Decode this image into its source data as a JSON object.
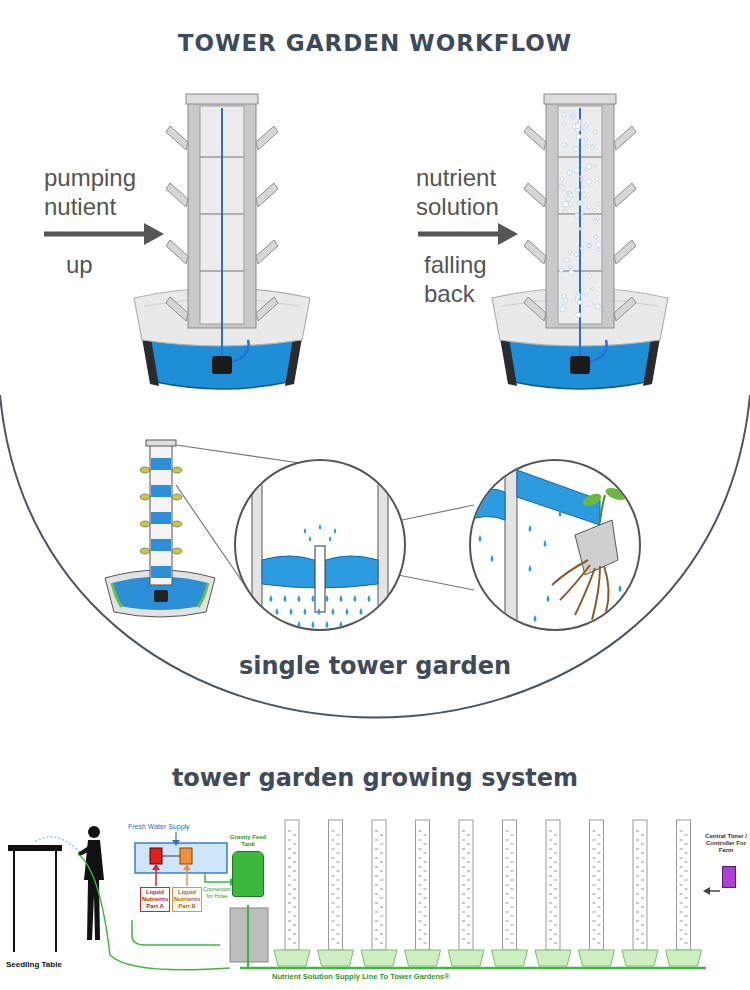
{
  "diagram": {
    "title": "TOWER GARDEN WORKFLOW",
    "nodes": [
      {
        "text": [
          "Liquid Nutrients Part A"
        ]
      },
      {
        "text": [
          "Liquid Nutrients Part B"
        ]
      },
      {
        "text": [
          "Gravity Feed Tank"
        ]
      },
      {
        "text": [
          "Central Timer / Controller For Farm"
        ]
      }
    ],
    "labels": [
      "pumping nutient",
      "up",
      "nutrient solution",
      "falling back",
      "single tower garden",
      "tower garden growing system",
      "Fresh Water Supply",
      "Connection for Hose",
      "Seedling Table",
      "Nutrient Solution Supply Line To Tower Gardens®"
    ]
  }
}
